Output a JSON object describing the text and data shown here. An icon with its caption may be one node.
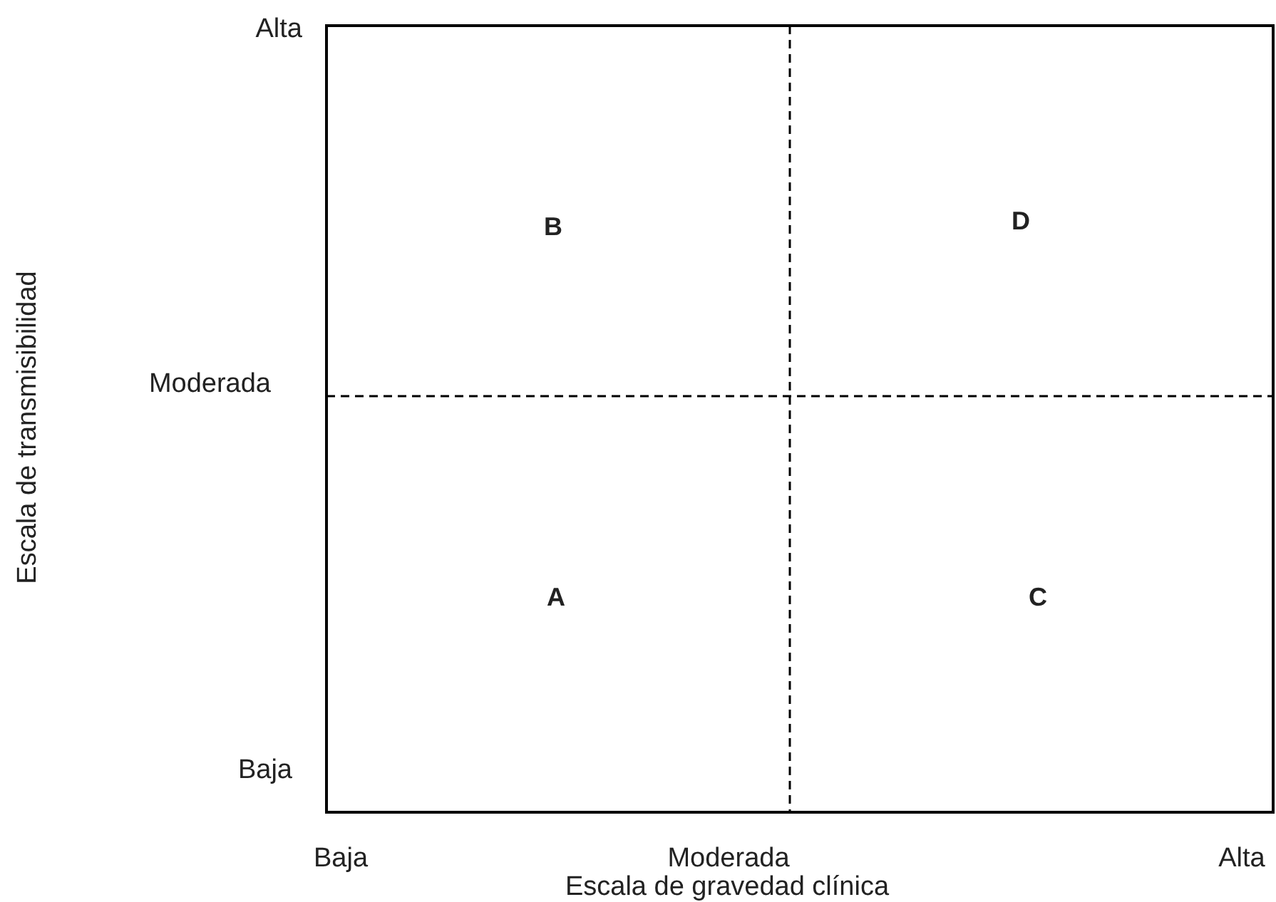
{
  "diagram": {
    "nodes": [
      {
        "text": [
          "B"
        ]
      },
      {
        "text": [
          "D"
        ]
      },
      {
        "text": [
          "A"
        ]
      },
      {
        "text": [
          "C"
        ]
      }
    ],
    "labels": [
      "Alta",
      "Escala de transmisibilidad",
      "Moderada",
      "Baja",
      "Baja",
      "Moderada",
      "Alta",
      "Escala de gravedad clínica"
    ]
  }
}
